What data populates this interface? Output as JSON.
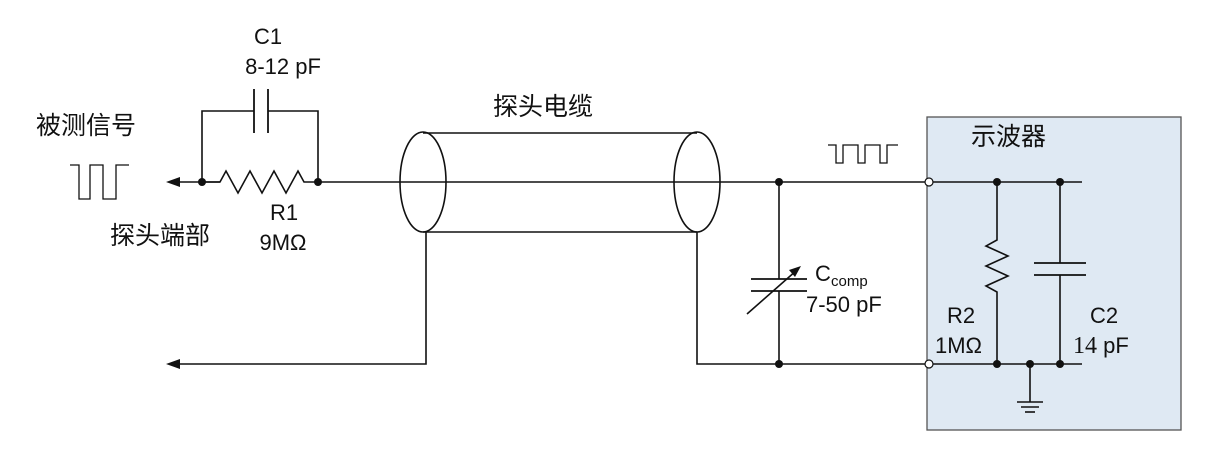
{
  "labels": {
    "c1_name": "C1",
    "c1_value": "8-12 pF",
    "measured_signal": "被测信号",
    "probe_cable": "探头电缆",
    "oscilloscope": "示波器",
    "r1_name": "R1",
    "r1_value": "9MΩ",
    "probe_tip": "探头端部",
    "ccomp_name": "C",
    "ccomp_sub": "comp",
    "ccomp_value": "7-50 pF",
    "r2_name": "R2",
    "r2_value": "1MΩ",
    "c2_name": "C2",
    "c2_value_num": "14",
    "c2_value_unit": " pF"
  },
  "colors": {
    "scope_fill": "#dfe9f3",
    "scope_border": "#555555",
    "line": "#111111"
  }
}
